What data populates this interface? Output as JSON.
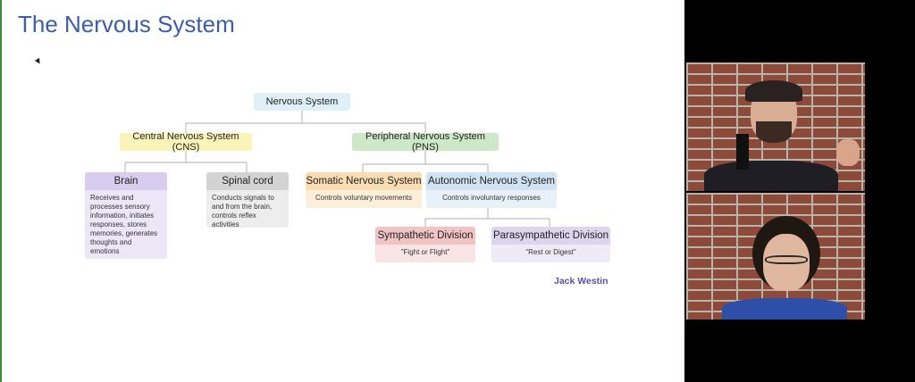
{
  "slide": {
    "title": "The Nervous System",
    "watermark": "Jack Westin"
  },
  "diagram": {
    "root": "Nervous System",
    "cns": "Central Nervous System (CNS)",
    "pns": "Peripheral Nervous System (PNS)",
    "brain": {
      "label": "Brain",
      "desc": "Receives and processes sensory information, initiates responses, stores memories, generates thoughts and emotions"
    },
    "spinal": {
      "label": "Spinal cord",
      "desc": "Conducts signals to and from the brain, controls reflex activities"
    },
    "somatic": {
      "label": "Somatic Nervous System",
      "desc": "Controls voluntary movements"
    },
    "autonomic": {
      "label": "Autonomic Nervous System",
      "desc": "Controls involuntary responses"
    },
    "sympathetic": {
      "label": "Sympathetic Division",
      "desc": "\"Fight or Flight\""
    },
    "parasympathetic": {
      "label": "Parasympathetic Division",
      "desc": "\"Rest or Digest\""
    }
  },
  "colors": {
    "title": "#3b5ea8",
    "root_fill": "#dff1f8",
    "cns_fill": "#fbf4b8",
    "pns_fill": "#cde8c6",
    "brain_head": "#d8cdee",
    "spinal_head": "#d3d3d3",
    "somatic_head": "#f9dcb2",
    "autonomic_head": "#cfe3f3",
    "sympathetic_head": "#f1c4c4",
    "parasympathetic_head": "#dcd5ee"
  }
}
